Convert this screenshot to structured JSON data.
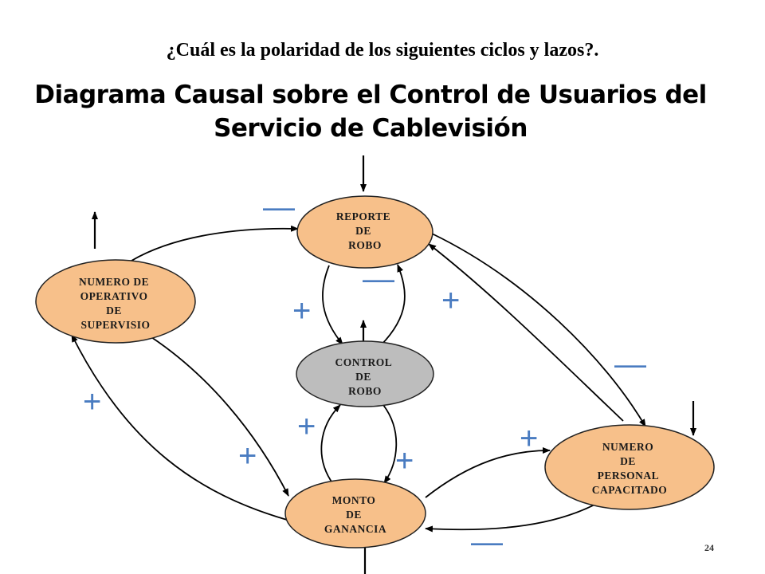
{
  "header": {
    "question": "¿Cuál es la polaridad de los siguientes ciclos y lazos?.",
    "title_line1": "Diagrama Causal sobre el Control de Usuarios del",
    "title_line2": "Servicio de Cablevisión"
  },
  "nodes": [
    {
      "id": "reporte",
      "lines": [
        "REPORTE",
        "DE",
        "ROBO"
      ],
      "color": "#f7c08a"
    },
    {
      "id": "operativo",
      "lines": [
        "NUMERO DE",
        "OPERATIVO",
        "DE",
        "SUPERVISIO"
      ],
      "color": "#f7c08a"
    },
    {
      "id": "control",
      "lines": [
        "CONTROL",
        "DE",
        "ROBO"
      ],
      "color": "#bdbdbd"
    },
    {
      "id": "ganancia",
      "lines": [
        "MONTO",
        "DE",
        "GANANCIA"
      ],
      "color": "#f7c08a"
    },
    {
      "id": "personal",
      "lines": [
        "NUMERO",
        "DE",
        "PERSONAL",
        "CAPACITADO"
      ],
      "color": "#f7c08a"
    }
  ],
  "signs": {
    "plus": "+",
    "minus": "—"
  },
  "slide_number": "24"
}
